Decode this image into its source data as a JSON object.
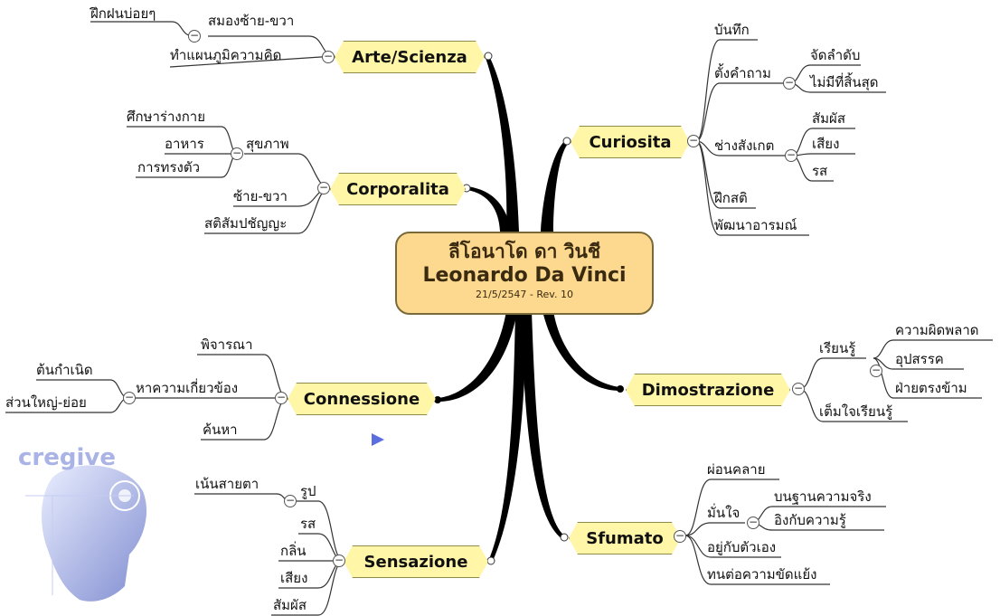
{
  "center": {
    "thai": "ลีโอนาโด ดา วินชี",
    "name": "Leonardo Da Vinci",
    "date": "21/5/2547 - Rev. 10"
  },
  "logo_text": "cregive",
  "branches": {
    "arte": {
      "label": "Arte/Scienza",
      "children": [
        "สมองซ้าย-ขวา",
        "ทำแผนภูมิความคิด"
      ],
      "sub": [
        "ฝึกฝนบ่อยๆ"
      ]
    },
    "corporalita": {
      "label": "Corporalita",
      "children": [
        "สุขภาพ",
        "ซ้าย-ขวา",
        "สติสัมปชัญญะ"
      ],
      "sub": [
        "ศึกษาร่างกาย",
        "อาหาร",
        "การทรงตัว"
      ]
    },
    "connessione": {
      "label": "Connessione",
      "children": [
        "พิจารณา",
        "หาความเกี่ยวข้อง",
        "ค้นหา"
      ],
      "sub": [
        "ต้นกำเนิด",
        "ส่วนใหญ่-ย่อย"
      ]
    },
    "sensazione": {
      "label": "Sensazione",
      "children": [
        "รูป",
        "รส",
        "กลิ่น",
        "เสียง",
        "สัมผัส"
      ],
      "sub": [
        "เน้นสายตา"
      ]
    },
    "curiosita": {
      "label": "Curiosita",
      "children": [
        "บันทึก",
        "ตั้งคำถาม",
        "ช่างสังเกต",
        "ฝึกสติ",
        "พัฒนาอารมณ์"
      ],
      "sub_q": [
        "จัดลำดับ",
        "ไม่มีที่สิ้นสุด"
      ],
      "sub_o": [
        "สัมผัส",
        "เสียง",
        "รส"
      ]
    },
    "dimostrazione": {
      "label": "Dimostrazione",
      "children": [
        "เรียนรู้",
        "เต็มใจเรียนรู้"
      ],
      "sub": [
        "ความผิดพลาด",
        "อุปสรรค",
        "ฝ่ายตรงข้าม"
      ]
    },
    "sfumato": {
      "label": "Sfumato",
      "children": [
        "ผ่อนคลาย",
        "มั่นใจ",
        "อยู่กับตัวเอง",
        "ทนต่อความขัดแย้ง"
      ],
      "sub": [
        "บนฐานความจริง",
        "อิงกับความรู้"
      ]
    }
  },
  "colors": {
    "branch_fill": "#fff6a8",
    "center_fill": "#fcd98f",
    "line": "#000000",
    "thin_line": "#333333",
    "logo": "#8f9ed8"
  }
}
